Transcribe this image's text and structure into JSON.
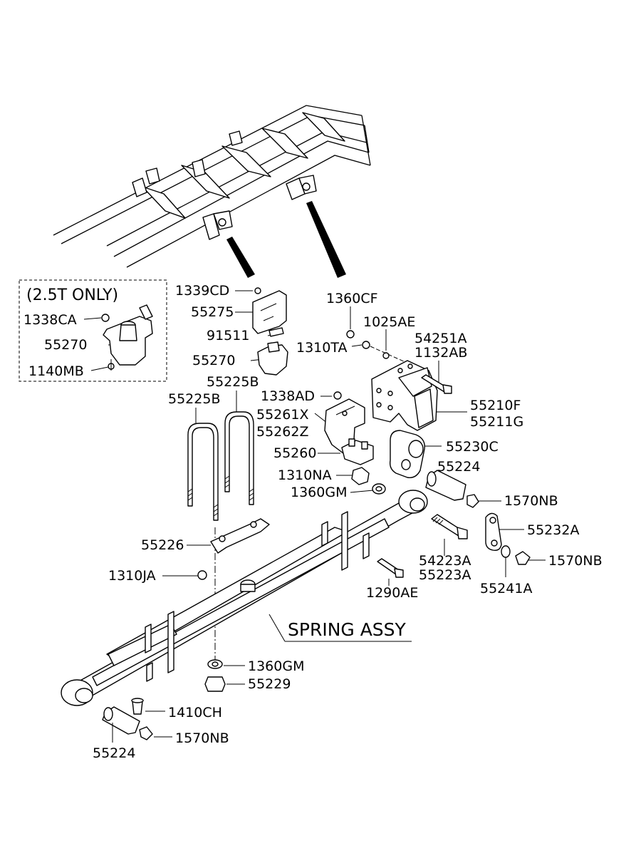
{
  "diagram": {
    "option_box": {
      "header": "(2.5T ONLY)",
      "labels": [
        "1338CA",
        "55270",
        "1140MB"
      ]
    },
    "labels": {
      "l1339CD": "1339CD",
      "l55275": "55275",
      "l91511": "91511",
      "l55270": "55270",
      "l55225B_right": "55225B",
      "l55225B_left": "55225B",
      "l1338AD": "1338AD",
      "l55261X": "55261X",
      "l55262Z": "55262Z",
      "l55260": "55260",
      "l1310NA": "1310NA",
      "l1360GM_upper": "1360GM",
      "l1360CF": "1360CF",
      "l1025AE": "1025AE",
      "l1310TA": "1310TA",
      "l54251A": "54251A",
      "l1132AB": "1132AB",
      "l55210F": "55210F",
      "l55211G": "55211G",
      "l55230C": "55230C",
      "l55224_right": "55224",
      "l1570NB_upper": "1570NB",
      "l55232A": "55232A",
      "l1570NB_mid": "1570NB",
      "l55241A": "55241A",
      "l54223A": "54223A",
      "l55223A": "55223A",
      "l1290AE": "1290AE",
      "l55226": "55226",
      "l1310JA": "1310JA",
      "spring_assy": "SPRING ASSY",
      "l1360GM_lower": "1360GM",
      "l55229": "55229",
      "l1410CH": "1410CH",
      "l1570NB_lower": "1570NB",
      "l55224_left": "55224"
    }
  }
}
